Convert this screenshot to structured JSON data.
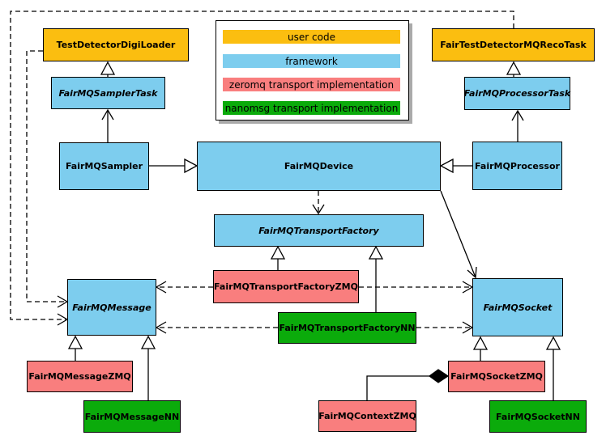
{
  "legend": {
    "items": [
      {
        "label": "user code",
        "color": "#FBBE10"
      },
      {
        "label": "framework",
        "color": "#7DCDEE"
      },
      {
        "label": "zeromq transport implementation",
        "color": "#F97E7E"
      },
      {
        "label": "nanomsg transport implementation",
        "color": "#0BAB0B"
      }
    ]
  },
  "colors": {
    "user_code": "#FBBE10",
    "framework": "#7DCDEE",
    "zeromq": "#F97E7E",
    "nanomsg": "#0BAB0B",
    "line": "#000000",
    "legend_shadow": "#AAAAAA"
  },
  "nodes": {
    "digi_loader": {
      "label": "TestDetectorDigiLoader",
      "category": "user code",
      "abstract": false
    },
    "reco_task": {
      "label": "FairTestDetectorMQRecoTask",
      "category": "user code",
      "abstract": false
    },
    "sampler_task": {
      "label": "FairMQSamplerTask",
      "category": "framework",
      "abstract": true
    },
    "processor_task": {
      "label": "FairMQProcessorTask",
      "category": "framework",
      "abstract": true
    },
    "sampler": {
      "label": "FairMQSampler",
      "category": "framework",
      "abstract": false
    },
    "device": {
      "label": "FairMQDevice",
      "category": "framework",
      "abstract": false
    },
    "processor": {
      "label": "FairMQProcessor",
      "category": "framework",
      "abstract": false
    },
    "transport_factory": {
      "label": "FairMQTransportFactory",
      "category": "framework",
      "abstract": true
    },
    "transport_factory_zmq": {
      "label": "FairMQTransportFactoryZMQ",
      "category": "zeromq",
      "abstract": false
    },
    "transport_factory_nn": {
      "label": "FairMQTransportFactoryNN",
      "category": "nanomsg",
      "abstract": false
    },
    "message": {
      "label": "FairMQMessage",
      "category": "framework",
      "abstract": true
    },
    "socket": {
      "label": "FairMQSocket",
      "category": "framework",
      "abstract": true
    },
    "message_zmq": {
      "label": "FairMQMessageZMQ",
      "category": "zeromq",
      "abstract": false
    },
    "message_nn": {
      "label": "FairMQMessageNN",
      "category": "nanomsg",
      "abstract": false
    },
    "socket_zmq": {
      "label": "FairMQSocketZMQ",
      "category": "zeromq",
      "abstract": false
    },
    "socket_nn": {
      "label": "FairMQSocketNN",
      "category": "nanomsg",
      "abstract": false
    },
    "context_zmq": {
      "label": "FairMQContextZMQ",
      "category": "zeromq",
      "abstract": false
    }
  },
  "relationships": [
    {
      "from": "FairMQSamplerTask",
      "to": "TestDetectorDigiLoader",
      "type": "generalization",
      "line": "solid"
    },
    {
      "from": "FairMQProcessorTask",
      "to": "FairTestDetectorMQRecoTask",
      "type": "generalization",
      "line": "solid"
    },
    {
      "from": "FairMQSampler",
      "to": "FairMQSamplerTask",
      "type": "directed-association",
      "line": "solid"
    },
    {
      "from": "FairMQProcessor",
      "to": "FairMQProcessorTask",
      "type": "directed-association",
      "line": "solid"
    },
    {
      "from": "FairMQSampler",
      "to": "FairMQDevice",
      "type": "generalization",
      "line": "solid"
    },
    {
      "from": "FairMQProcessor",
      "to": "FairMQDevice",
      "type": "generalization",
      "line": "solid"
    },
    {
      "from": "FairMQDevice",
      "to": "FairMQTransportFactory",
      "type": "dependency",
      "line": "dashed"
    },
    {
      "from": "FairMQDevice",
      "to": "FairMQSocket",
      "type": "directed-association",
      "line": "solid"
    },
    {
      "from": "FairMQTransportFactoryZMQ",
      "to": "FairMQTransportFactory",
      "type": "generalization",
      "line": "solid"
    },
    {
      "from": "FairMQTransportFactoryNN",
      "to": "FairMQTransportFactory",
      "type": "generalization",
      "line": "solid"
    },
    {
      "from": "FairMQTransportFactoryZMQ",
      "to": "FairMQMessage",
      "type": "dependency",
      "line": "dashed"
    },
    {
      "from": "FairMQTransportFactoryZMQ",
      "to": "FairMQSocket",
      "type": "dependency",
      "line": "dashed"
    },
    {
      "from": "FairMQTransportFactoryNN",
      "to": "FairMQMessage",
      "type": "dependency",
      "line": "dashed"
    },
    {
      "from": "FairMQTransportFactoryNN",
      "to": "FairMQSocket",
      "type": "dependency",
      "line": "dashed"
    },
    {
      "from": "TestDetectorDigiLoader",
      "to": "FairMQMessage",
      "type": "dependency",
      "line": "dashed"
    },
    {
      "from": "FairTestDetectorMQRecoTask",
      "to": "FairMQMessage",
      "type": "dependency",
      "line": "dashed"
    },
    {
      "from": "FairMQMessageZMQ",
      "to": "FairMQMessage",
      "type": "generalization",
      "line": "solid"
    },
    {
      "from": "FairMQMessageNN",
      "to": "FairMQMessage",
      "type": "generalization",
      "line": "solid"
    },
    {
      "from": "FairMQSocketZMQ",
      "to": "FairMQSocket",
      "type": "generalization",
      "line": "solid"
    },
    {
      "from": "FairMQSocketNN",
      "to": "FairMQSocket",
      "type": "generalization",
      "line": "solid"
    },
    {
      "from": "FairMQContextZMQ",
      "to": "FairMQSocketZMQ",
      "type": "composition",
      "line": "solid"
    }
  ]
}
